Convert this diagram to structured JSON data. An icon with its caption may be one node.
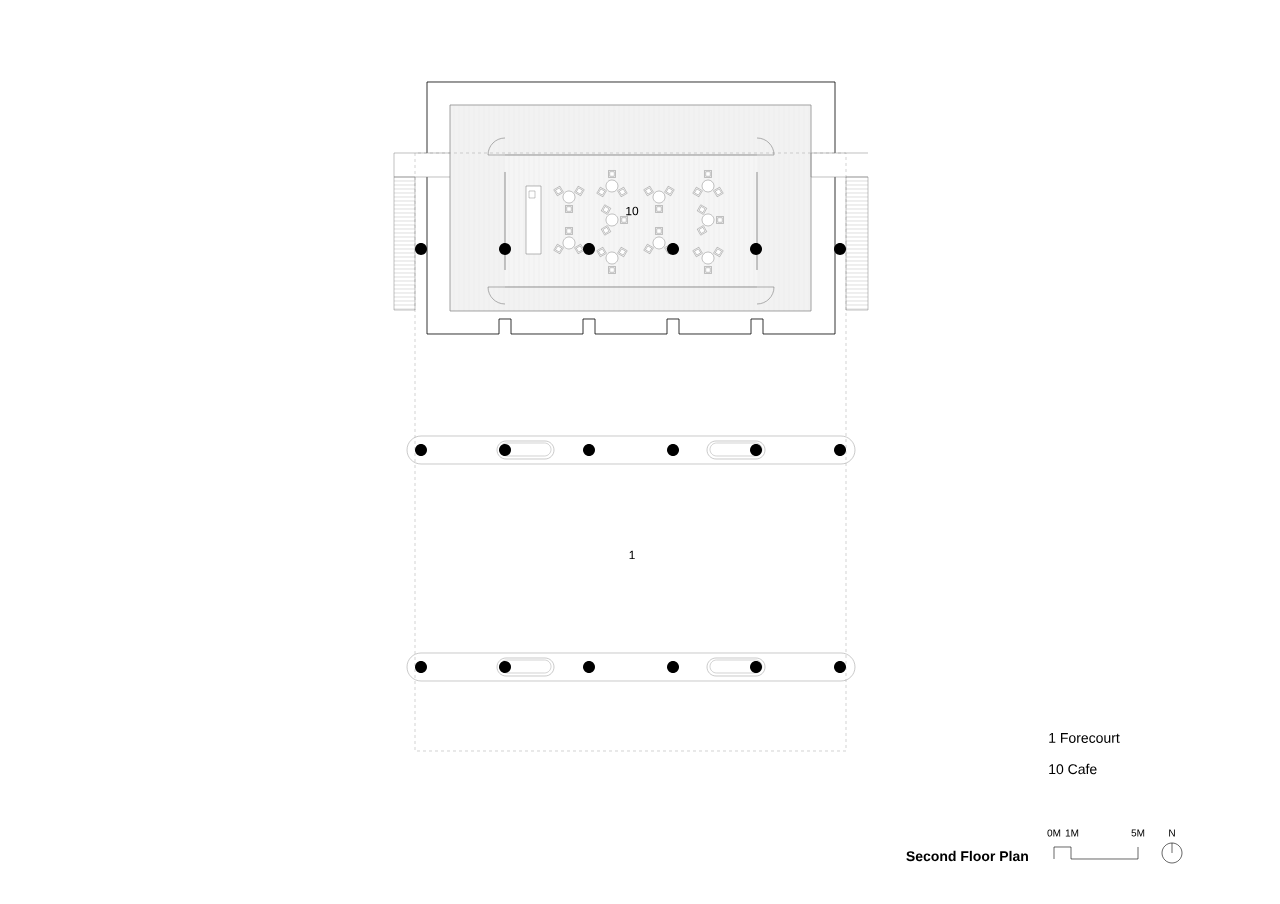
{
  "diagram": {
    "title": "Second Floor Plan",
    "labels": [
      "10",
      "1",
      "1 Forecourt",
      "10 Cafe",
      "0M",
      "1M",
      "5M",
      "N"
    ]
  }
}
